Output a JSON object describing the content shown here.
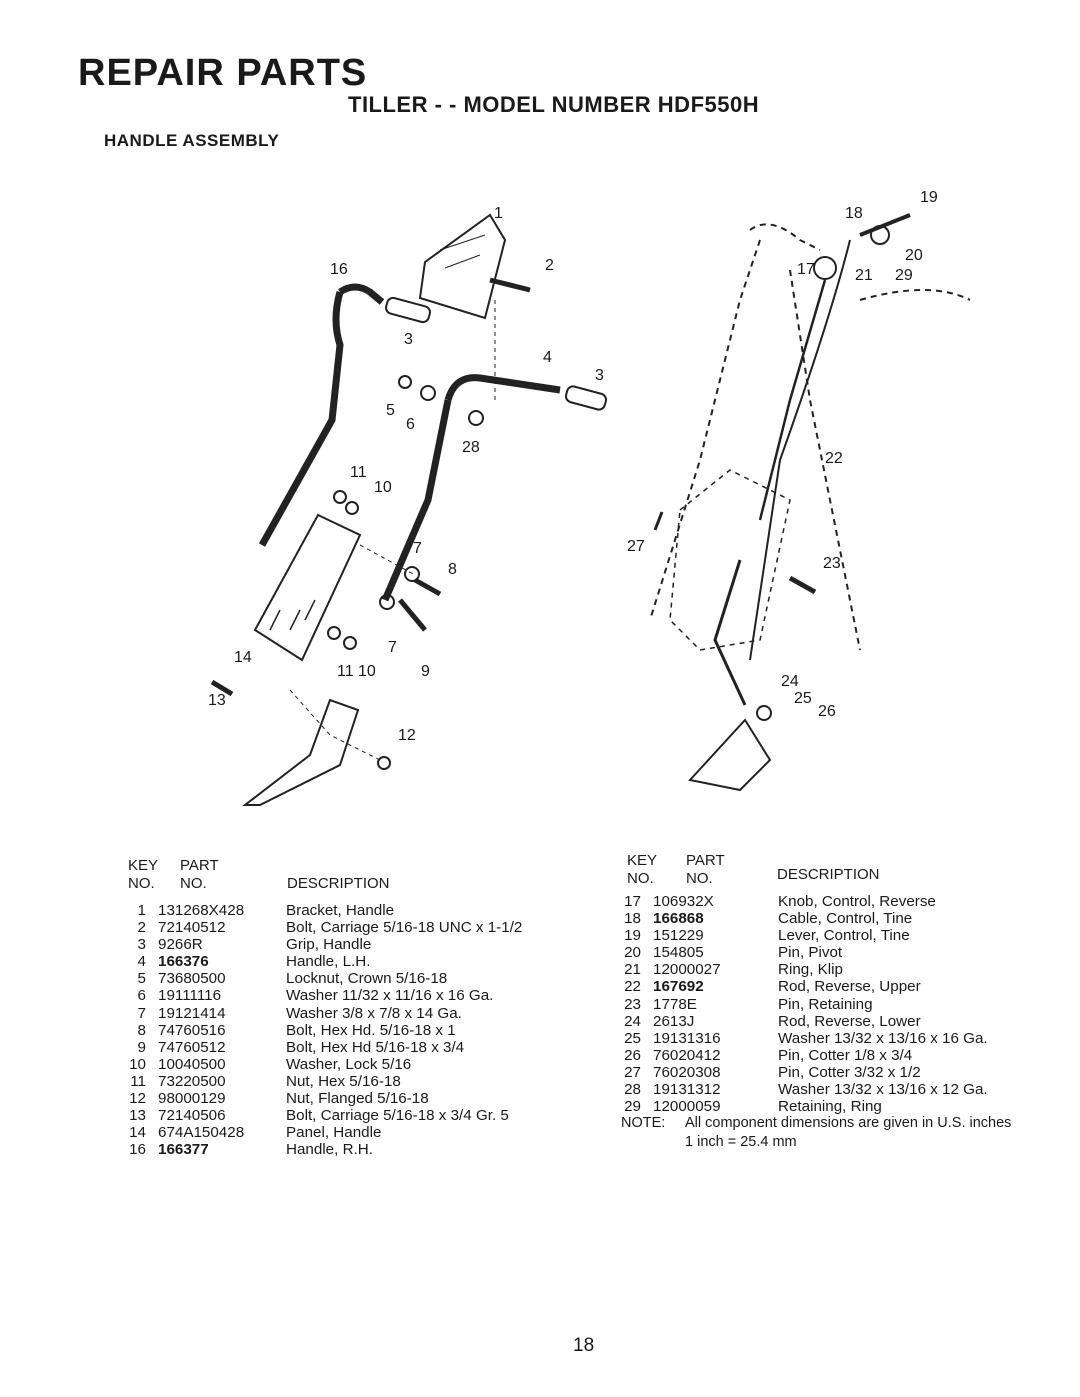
{
  "header": {
    "title": "REPAIR PARTS",
    "subtitle": "TILLER - - MODEL NUMBER HDF550H",
    "section": "HANDLE ASSEMBLY"
  },
  "diagram_callouts": {
    "left": [
      "1",
      "2",
      "16",
      "3",
      "4",
      "3",
      "5",
      "6",
      "28",
      "11",
      "10",
      "7",
      "8",
      "7",
      "14",
      "11",
      "10",
      "9",
      "13",
      "12"
    ],
    "right": [
      "19",
      "18",
      "20",
      "17",
      "21",
      "29",
      "22",
      "27",
      "23",
      "24",
      "25",
      "26"
    ]
  },
  "table_headers": {
    "key1": "KEY",
    "part1": "PART",
    "no1": "NO.",
    "no1b": "NO.",
    "desc1": "DESCRIPTION",
    "key2": "KEY",
    "part2": "PART",
    "no2": "NO.",
    "no2b": "NO.",
    "desc2": "DESCRIPTION"
  },
  "left_table": [
    {
      "key": "1",
      "part": "131268X428",
      "desc": "Bracket, Handle"
    },
    {
      "key": "2",
      "part": "72140512",
      "desc": "Bolt, Carriage 5/16-18 UNC x 1-1/2"
    },
    {
      "key": "3",
      "part": "9266R",
      "desc": "Grip, Handle"
    },
    {
      "key": "4",
      "part": "166376",
      "desc": "Handle, L.H."
    },
    {
      "key": "5",
      "part": "73680500",
      "desc": "Locknut, Crown 5/16-18"
    },
    {
      "key": "6",
      "part": "19111116",
      "desc": "Washer 11/32 x 11/16 x 16 Ga."
    },
    {
      "key": "7",
      "part": "19121414",
      "desc": "Washer 3/8 x 7/8 x 14 Ga."
    },
    {
      "key": "8",
      "part": "74760516",
      "desc": "Bolt, Hex Hd. 5/16-18 x 1"
    },
    {
      "key": "9",
      "part": "74760512",
      "desc": "Bolt, Hex Hd 5/16-18 x 3/4"
    },
    {
      "key": "10",
      "part": "10040500",
      "desc": "Washer, Lock 5/16"
    },
    {
      "key": "11",
      "part": "73220500",
      "desc": "Nut, Hex 5/16-18"
    },
    {
      "key": "12",
      "part": "98000129",
      "desc": "Nut, Flanged 5/16-18"
    },
    {
      "key": "13",
      "part": "72140506",
      "desc": "Bolt, Carriage 5/16-18 x 3/4 Gr. 5"
    },
    {
      "key": "14",
      "part": "674A150428",
      "desc": "Panel, Handle"
    },
    {
      "key": "16",
      "part": "166377",
      "desc": "Handle, R.H."
    }
  ],
  "right_table": [
    {
      "key": "17",
      "part": "106932X",
      "desc": "Knob, Control, Reverse"
    },
    {
      "key": "18",
      "part": "166868",
      "desc": "Cable, Control, Tine"
    },
    {
      "key": "19",
      "part": "151229",
      "desc": "Lever, Control, Tine"
    },
    {
      "key": "20",
      "part": "154805",
      "desc": "Pin, Pivot"
    },
    {
      "key": "21",
      "part": "12000027",
      "desc": "Ring, Klip"
    },
    {
      "key": "22",
      "part": "167692",
      "desc": "Rod, Reverse, Upper"
    },
    {
      "key": "23",
      "part": "1778E",
      "desc": "Pin, Retaining"
    },
    {
      "key": "24",
      "part": "2613J",
      "desc": "Rod, Reverse, Lower"
    },
    {
      "key": "25",
      "part": "19131316",
      "desc": "Washer 13/32 x 13/16 x 16 Ga."
    },
    {
      "key": "26",
      "part": "76020412",
      "desc": "Pin, Cotter 1/8 x 3/4"
    },
    {
      "key": "27",
      "part": "76020308",
      "desc": "Pin, Cotter 3/32 x 1/2"
    },
    {
      "key": "28",
      "part": "19131312",
      "desc": "Washer 13/32 x 13/16 x 12 Ga."
    },
    {
      "key": "29",
      "part": "12000059",
      "desc": "Retaining, Ring"
    }
  ],
  "note": {
    "label": "NOTE:",
    "text": "All component dimensions are given in U.S. inches",
    "conversion": "1 inch = 25.4 mm"
  },
  "page_number": "18"
}
